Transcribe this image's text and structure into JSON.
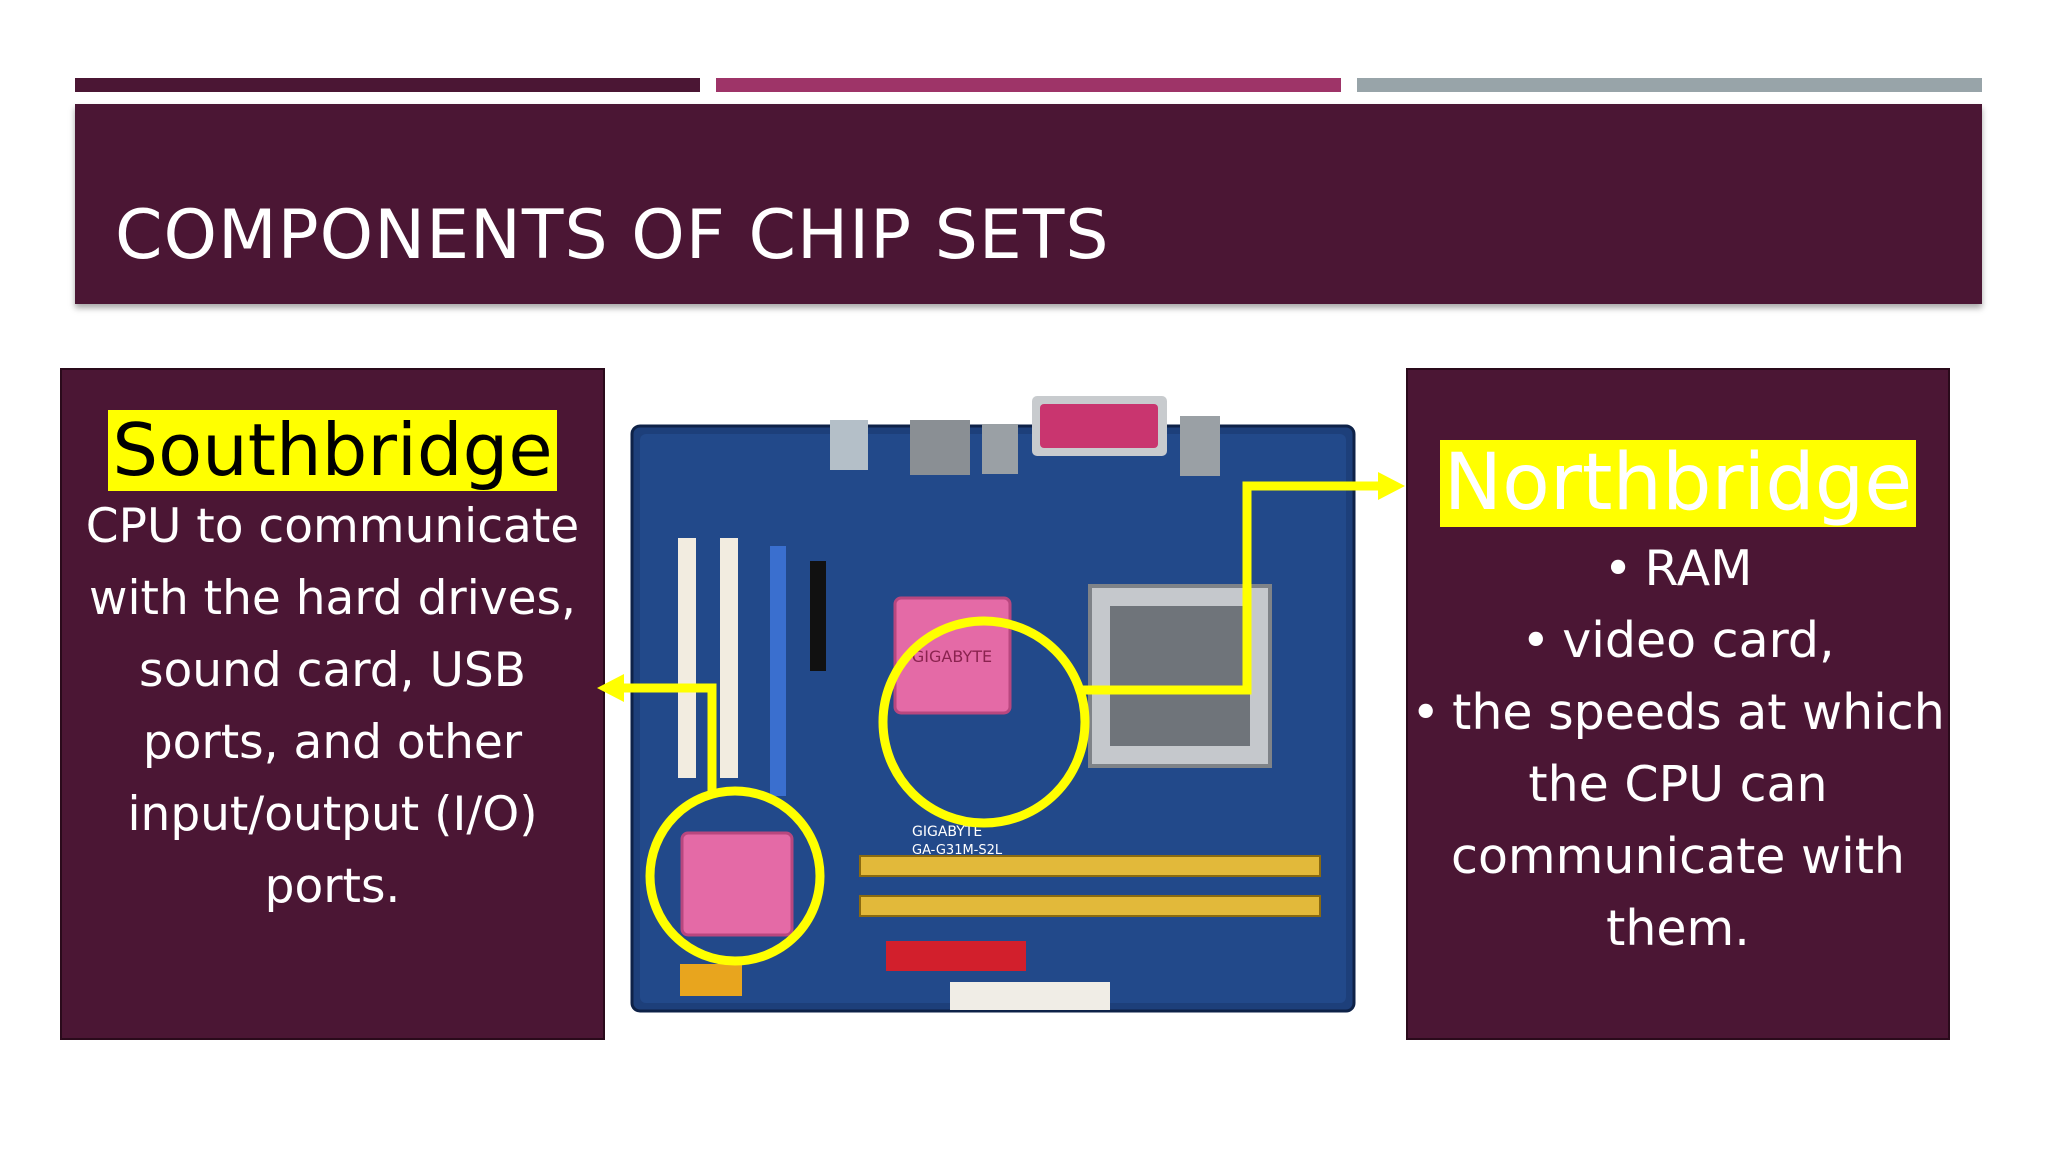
{
  "slide": {
    "title": "COMPONENTS OF CHIP SETS"
  },
  "left_panel": {
    "heading": "Southbridge",
    "body": "CPU to communicate with the hard drives, sound card, USB ports, and other input/output (I/O) ports."
  },
  "right_panel": {
    "heading": "Northbridge",
    "bullets": [
      "RAM",
      "video card,",
      "the speeds at which the CPU can communicate with them."
    ]
  },
  "board": {
    "brand": "GIGABYTE",
    "model": "GA-G31M-S2L"
  },
  "colors": {
    "accent_dark": "#4b1634",
    "accent_magenta": "#9e3468",
    "accent_gray": "#98a4a9",
    "highlight": "#ffff00",
    "annotation": "#ffff00",
    "pcb": "#1d3f7a",
    "heatsink": "#e46aa6"
  }
}
